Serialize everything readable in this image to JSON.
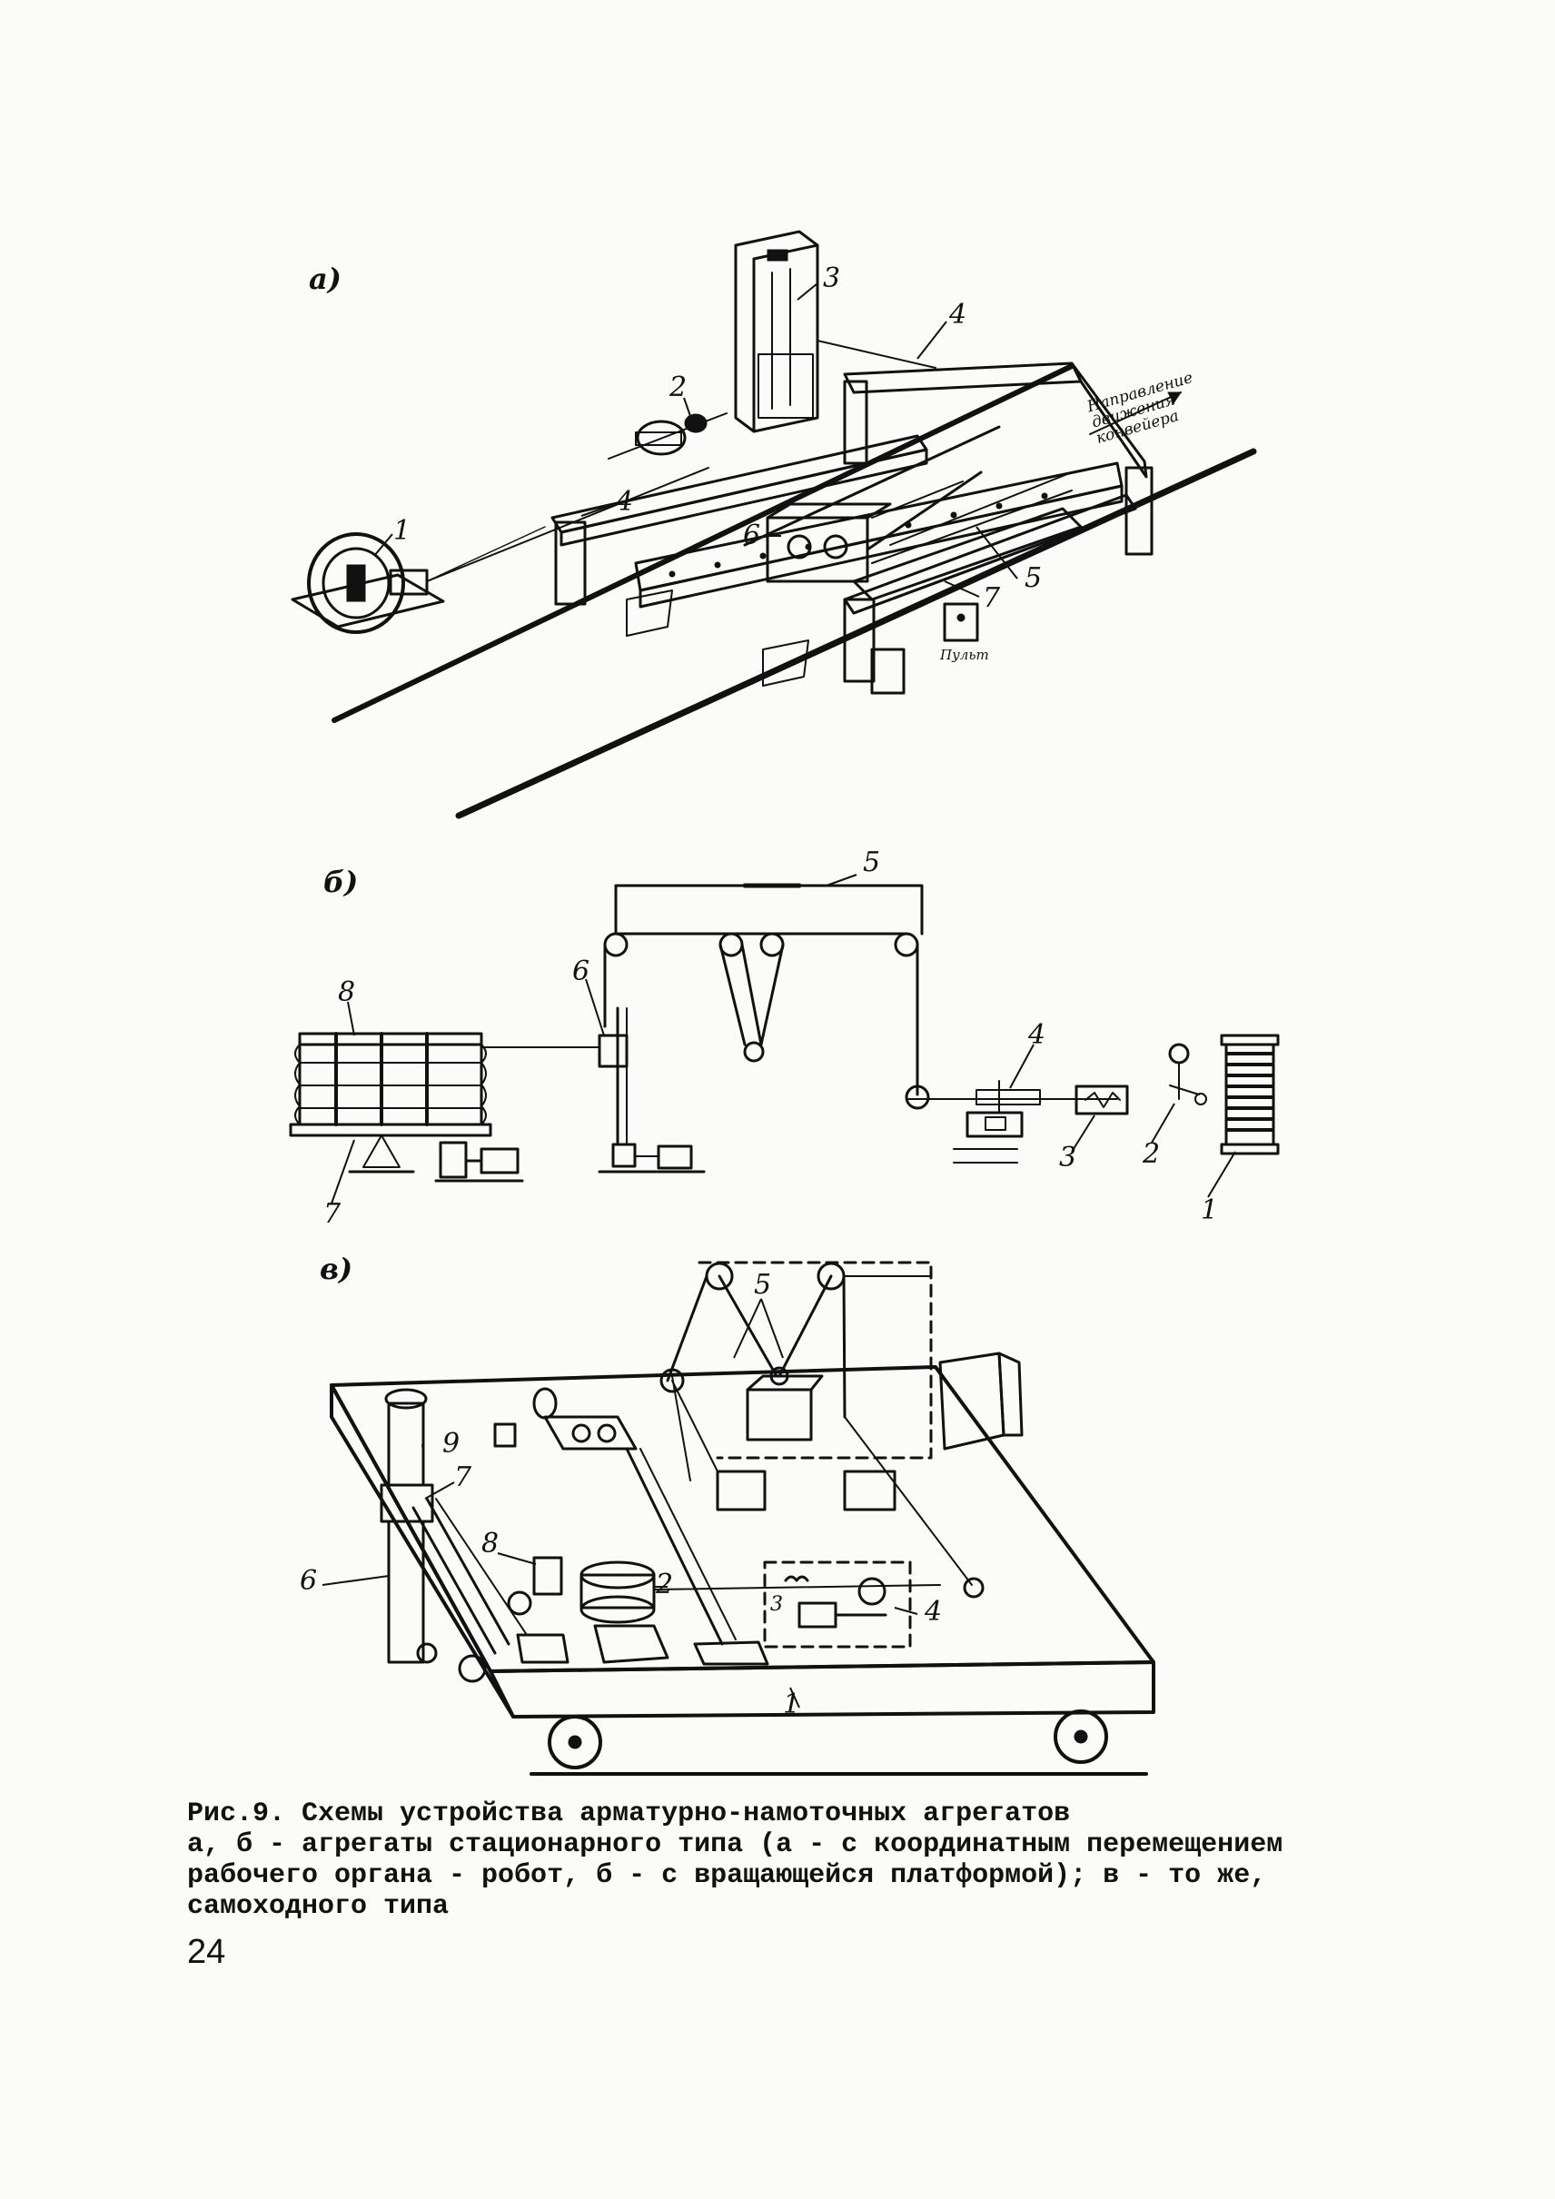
{
  "figure": {
    "panel_a": {
      "label": "a)",
      "callouts": [
        "1",
        "2",
        "3",
        "4",
        "4",
        "5",
        "6",
        "7"
      ],
      "conveyor_note": [
        "Направление",
        "движения",
        "конвейера"
      ],
      "console_label": "Пульт"
    },
    "panel_b": {
      "label": "б)",
      "callouts": [
        "1",
        "2",
        "3",
        "4",
        "5",
        "6",
        "7",
        "8"
      ]
    },
    "panel_c": {
      "label": "в)",
      "callouts": [
        "1",
        "2",
        "3",
        "4",
        "5",
        "6",
        "7",
        "8",
        "9"
      ]
    }
  },
  "caption": {
    "line1": "Рис.9. Схемы устройства арматурно-намоточных агрегатов",
    "line2": "а, б - агрегаты стационарного типа (а - с координатным перемещением",
    "line3": "рабочего органа - робот, б - с вращающейся платформой); в - то же,",
    "line4": "самоходного типа"
  },
  "page_number": "24"
}
